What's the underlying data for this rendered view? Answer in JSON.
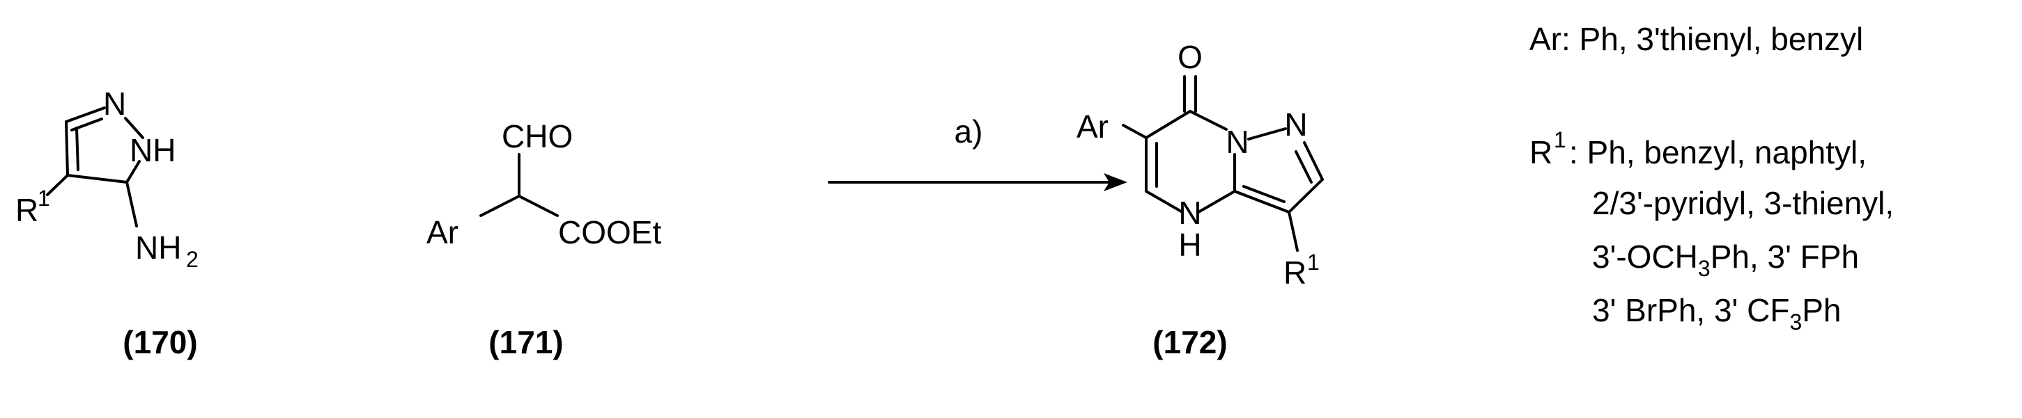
{
  "compounds": {
    "c170": {
      "id": "(170)",
      "atoms": {
        "n_top": "N",
        "nh_ring": "NH",
        "nh2_n": "NH",
        "nh2_sub": "2",
        "r": "R",
        "r_sup": "1"
      }
    },
    "c171": {
      "id": "(171)",
      "atoms": {
        "cho": "CHO",
        "cooet": "COOEt",
        "ar": "Ar"
      }
    },
    "c172": {
      "id": "(172)",
      "atoms": {
        "o": "O",
        "ar": "Ar",
        "n_bridge": "N",
        "n_top": "N",
        "nh_n": "N",
        "nh_h": "H",
        "r": "R",
        "r_sup": "1"
      }
    }
  },
  "reaction": {
    "condition": "a)"
  },
  "notes": {
    "ar_line": "Ar: Ph, 3'thienyl, benzyl",
    "r_label": "R",
    "r_sup": "1",
    "r_line1": ": Ph, benzyl, naphtyl,",
    "r_line2": "2/3'-pyridyl, 3-thienyl,",
    "r_line3_a": "3'-OCH",
    "r_line3_sub": "3",
    "r_line3_b": "Ph, 3' FPh",
    "r_line4_a": "3' BrPh, 3' CF",
    "r_line4_sub": "3",
    "r_line4_b": "Ph"
  }
}
